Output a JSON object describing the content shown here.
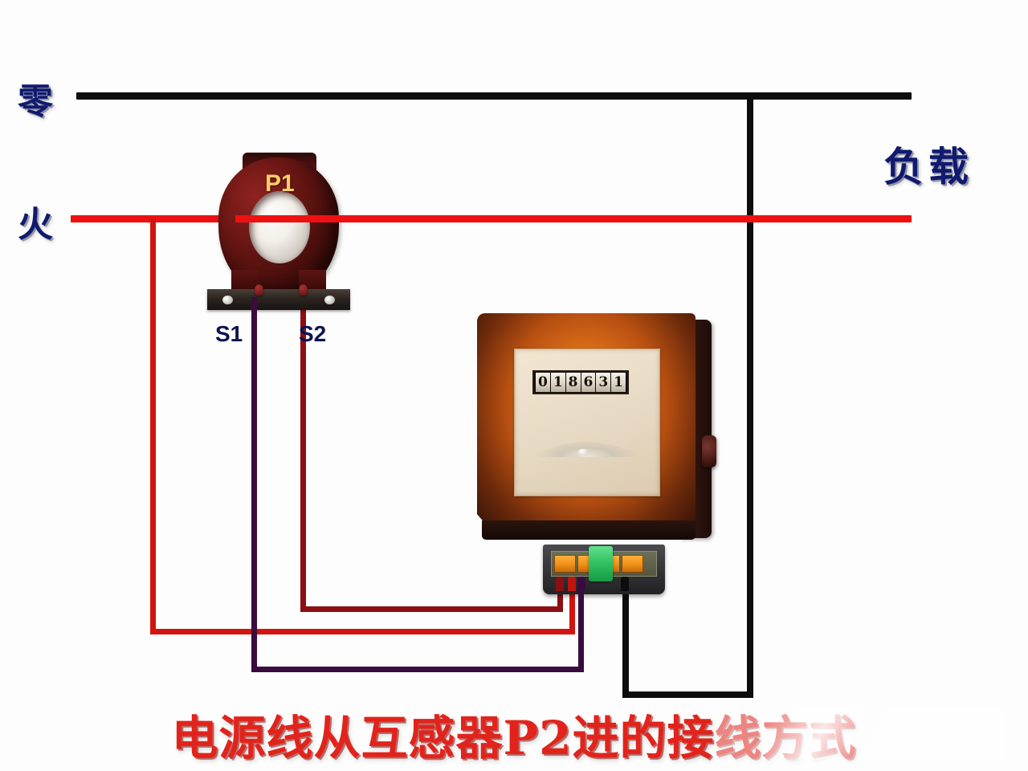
{
  "diagram": {
    "title_caption": "电源线从互感器P2进的接线方式",
    "caption_visible_part": "电源线从互感器P2进的接",
    "caption_faded_part": "线方式"
  },
  "labels": {
    "neutral": "零",
    "live": "火",
    "load": "负载",
    "ct_primary": "P1",
    "ct_secondary_1": "S1",
    "ct_secondary_2": "S2"
  },
  "meter": {
    "register_digits": [
      "0",
      "1",
      "8",
      "6",
      "3",
      "1"
    ],
    "register_reading": "018631"
  },
  "colors": {
    "neutral_wire": "#0d0d0d",
    "live_wire": "#ee1111",
    "meter_red_wire": "#c0150f",
    "meter_darkred_wire": "#8c0f14",
    "secondary_purple_wire": "#3a0b3e",
    "label_navy": "#101a6e",
    "caption_red": "#e2231b",
    "p1_label": "#ffcd6b",
    "ct_body": "#5a1210",
    "meter_body": "#e2741a",
    "terminal_orange": "#ef8f17",
    "terminal_green": "#2fc061"
  },
  "components": {
    "current_transformer": "current-transformer-p1",
    "energy_meter": "single-phase-energy-meter",
    "terminal_block": "meter-terminal-block"
  }
}
